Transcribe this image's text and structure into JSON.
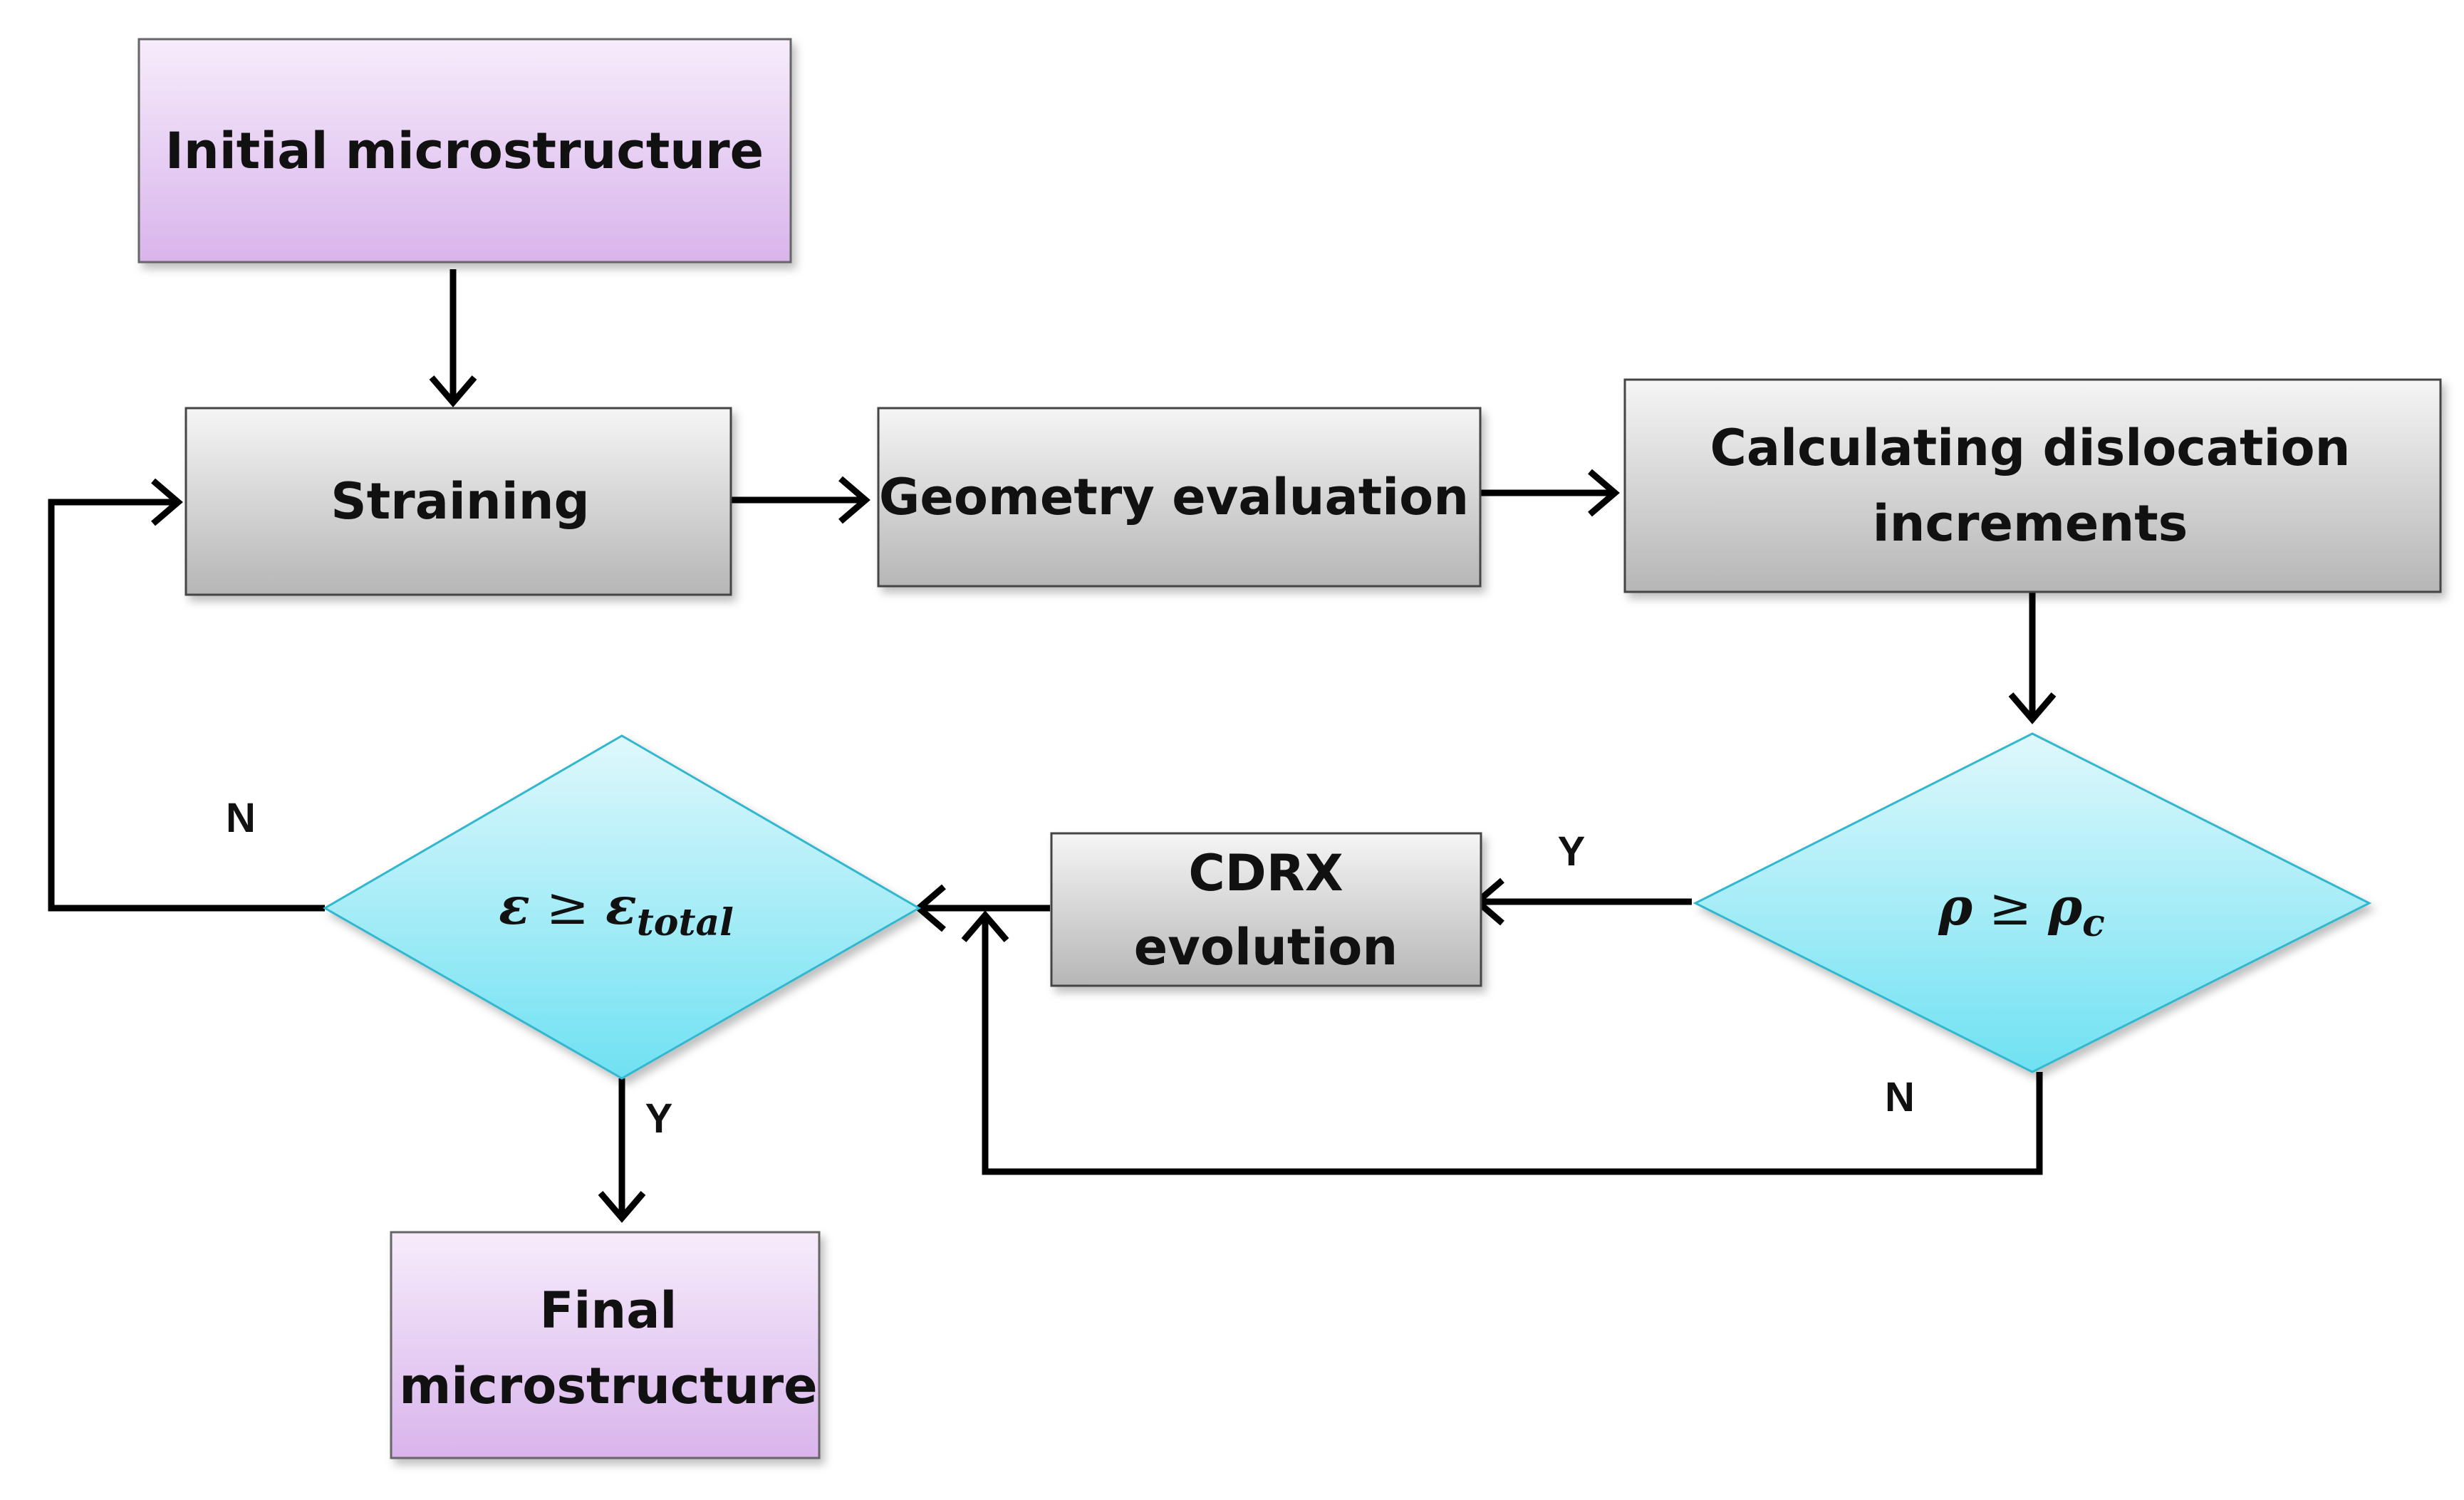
{
  "nodes": {
    "initial": {
      "label": "Initial microstructure"
    },
    "straining": {
      "label": "Straining"
    },
    "geometry": {
      "label": "Geometry evaluation"
    },
    "dislocation": {
      "line1": "Calculating dislocation",
      "line2": "increments"
    },
    "cdrx": {
      "line1": "CDRX",
      "line2": "evolution"
    },
    "final": {
      "line1": "Final",
      "line2": "microstructure"
    },
    "rho_decision": {
      "lhs": "ρ",
      "op": " ≥ ",
      "rhs": "ρ",
      "rhs_sub": "c"
    },
    "eps_decision": {
      "lhs": "ε",
      "op": " ≥ ",
      "rhs": "ε",
      "rhs_sub": "total"
    }
  },
  "branches": {
    "rho_yes": "Y",
    "rho_no": "N",
    "eps_yes": "Y",
    "eps_no": "N"
  },
  "colors": {
    "purple_top": "#f6ecfb",
    "purple_bottom": "#d9b4ec",
    "gray_top": "#f5f5f5",
    "gray_bottom": "#b6b6b6",
    "cyan_top": "#d9f6fb",
    "cyan_bottom": "#6fe1f2",
    "box_stroke": "#555555",
    "diamond_stroke": "#31b7cf"
  }
}
